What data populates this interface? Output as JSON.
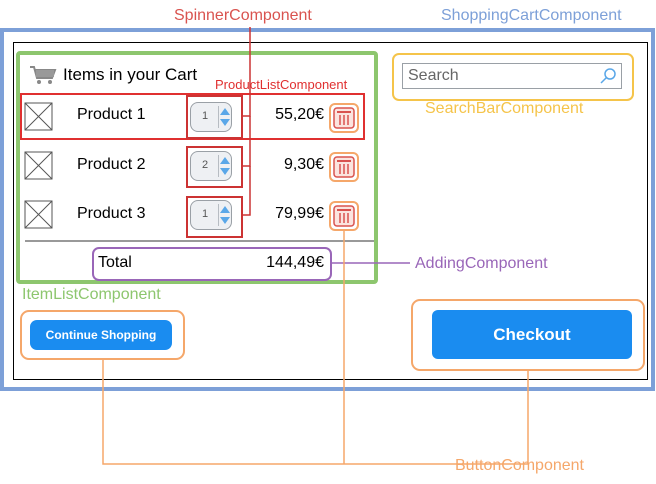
{
  "annotations": {
    "spinner_component": "SpinnerComponent",
    "shopping_cart_component": "ShoppingCartComponent",
    "product_list_component": "ProductListComponent",
    "search_bar_component": "SearchBarComponent",
    "adding_component": "AddingComponent",
    "item_list_component": "ItemListComponent",
    "button_component": "ButtonComponent"
  },
  "colors": {
    "spinner": "#cc3333",
    "shopping_cart": "#7da0d8",
    "product_list": "#e03030",
    "search_bar": "#f5c44a",
    "adding": "#9966b8",
    "item_list": "#8dc66e",
    "button": "#f5a76a",
    "primary_button": "#1a8cf0"
  },
  "cart": {
    "header_icon": "cart-icon",
    "header_title": "Items in your Cart",
    "items": [
      {
        "name": "Product 1",
        "quantity": "1",
        "price": "55,20€"
      },
      {
        "name": "Product 2",
        "quantity": "2",
        "price": "9,30€"
      },
      {
        "name": "Product 3",
        "quantity": "1",
        "price": "79,99€"
      }
    ],
    "total_label": "Total",
    "total_value": "144,49€"
  },
  "search": {
    "placeholder": "Search",
    "icon": "search-icon"
  },
  "buttons": {
    "continue_shopping": "Continue Shopping",
    "checkout": "Checkout"
  }
}
